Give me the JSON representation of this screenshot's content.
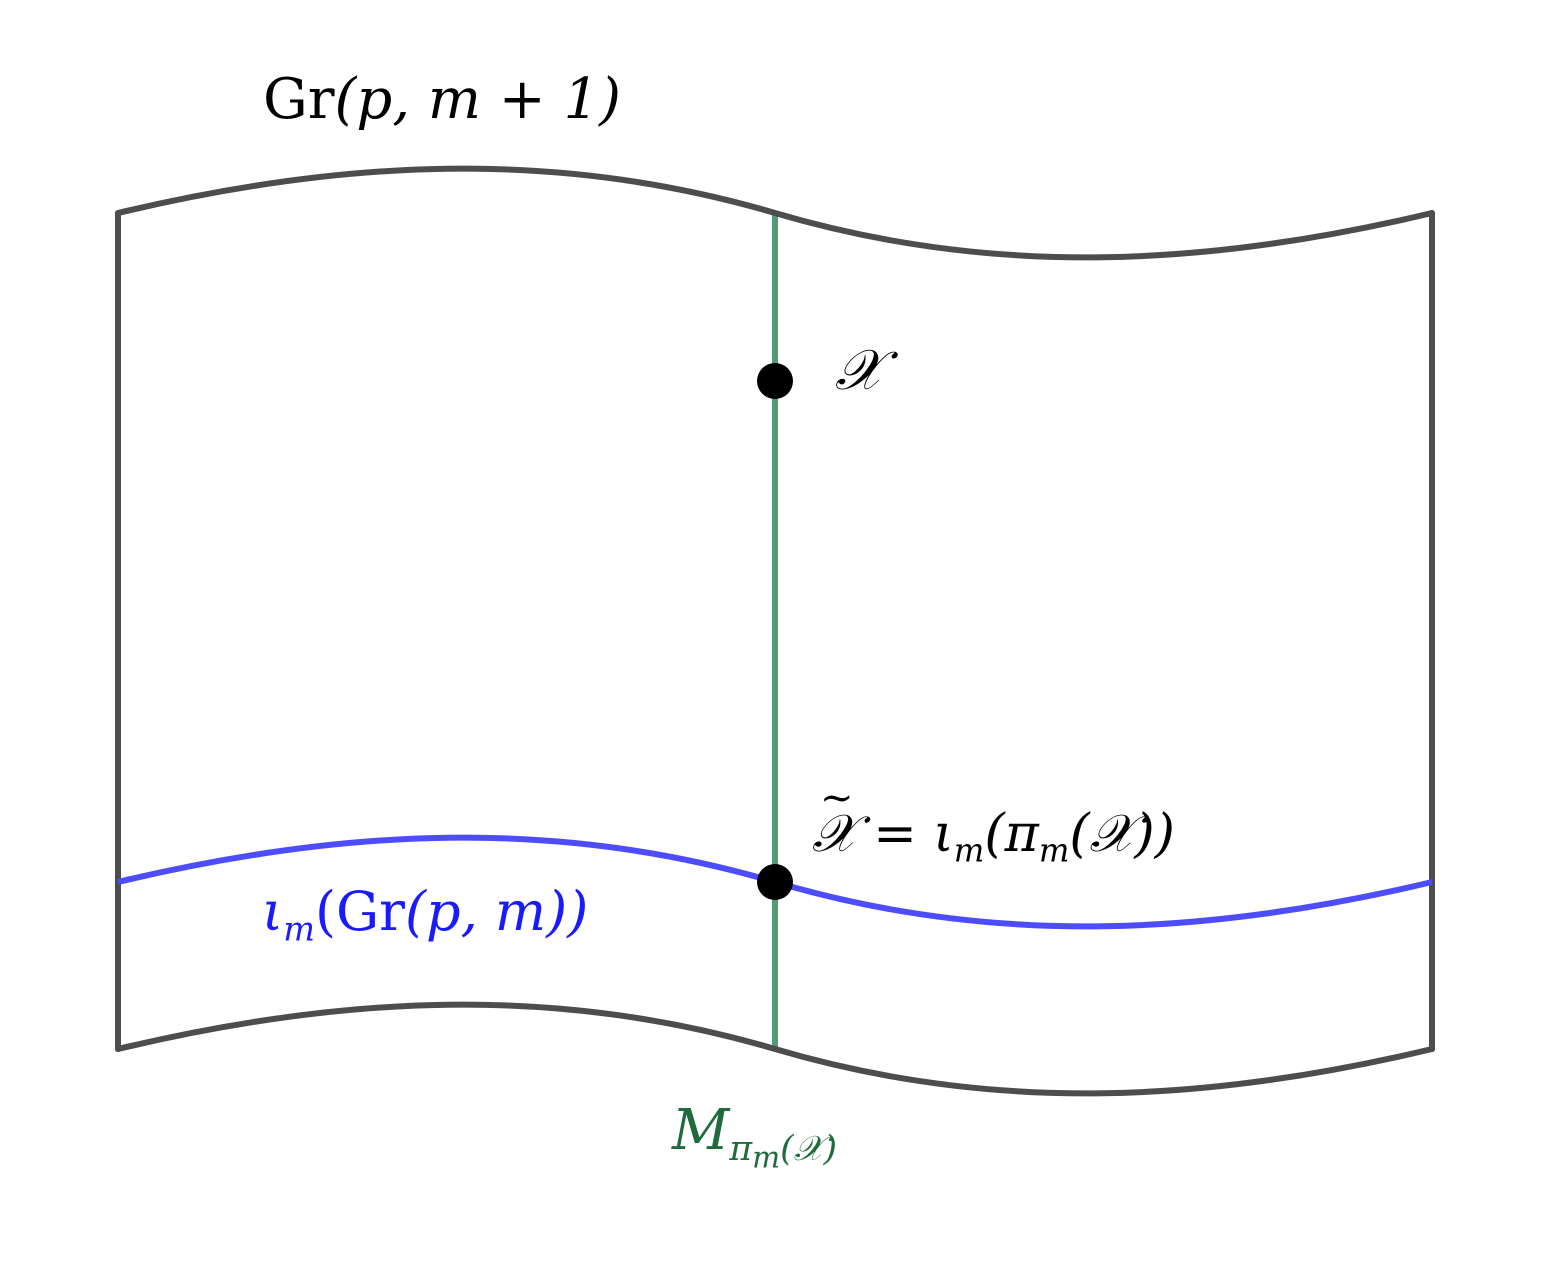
{
  "labels": {
    "ambient": {
      "roman": "Gr",
      "args": "(p, m + 1)"
    },
    "point": "𝒳",
    "projected": {
      "tilde": "𝒳",
      "rhs_iota": "ι",
      "rhs_sub": "m",
      "rhs_rest_open": "(π",
      "rhs_pi_sub": "m",
      "rhs_inner": "(𝒳))"
    },
    "subspace": {
      "iota": "ι",
      "sub": "m",
      "open": "(",
      "roman": "Gr",
      "args": "(p, m))"
    },
    "fiber": {
      "M": "M",
      "sub_pi": "π",
      "sub_m": "m",
      "sub_arg": "(𝒳)"
    }
  },
  "colors": {
    "surface_edge": "#4d4d4d",
    "subspace_curve": "#4d4dff",
    "subspace_label": "#1a1aff",
    "fiber_line": "#529a73",
    "fiber_label": "#1f6b3d",
    "point": "#000000"
  }
}
